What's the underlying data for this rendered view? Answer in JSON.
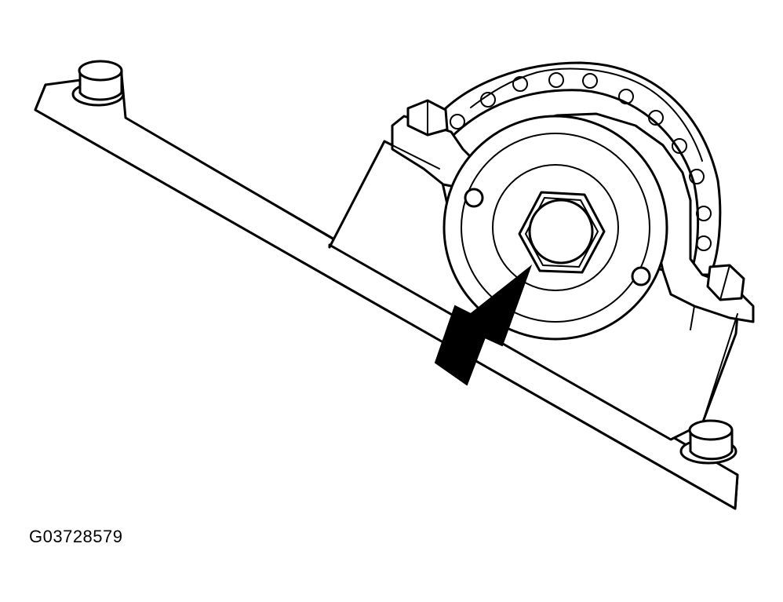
{
  "figure": {
    "reference_code": "G03728579"
  },
  "parts": {
    "rail": "guide-rail",
    "left_bolt": "bolt",
    "right_bolt": "bolt",
    "housing": "sprocket-housing",
    "sprocket": "sprocket",
    "chain": "timing-chain",
    "hex_bolt": "hex-bolt",
    "arrow": "pointer-arrow"
  },
  "colors": {
    "ink": "#000000",
    "paper": "#ffffff"
  }
}
